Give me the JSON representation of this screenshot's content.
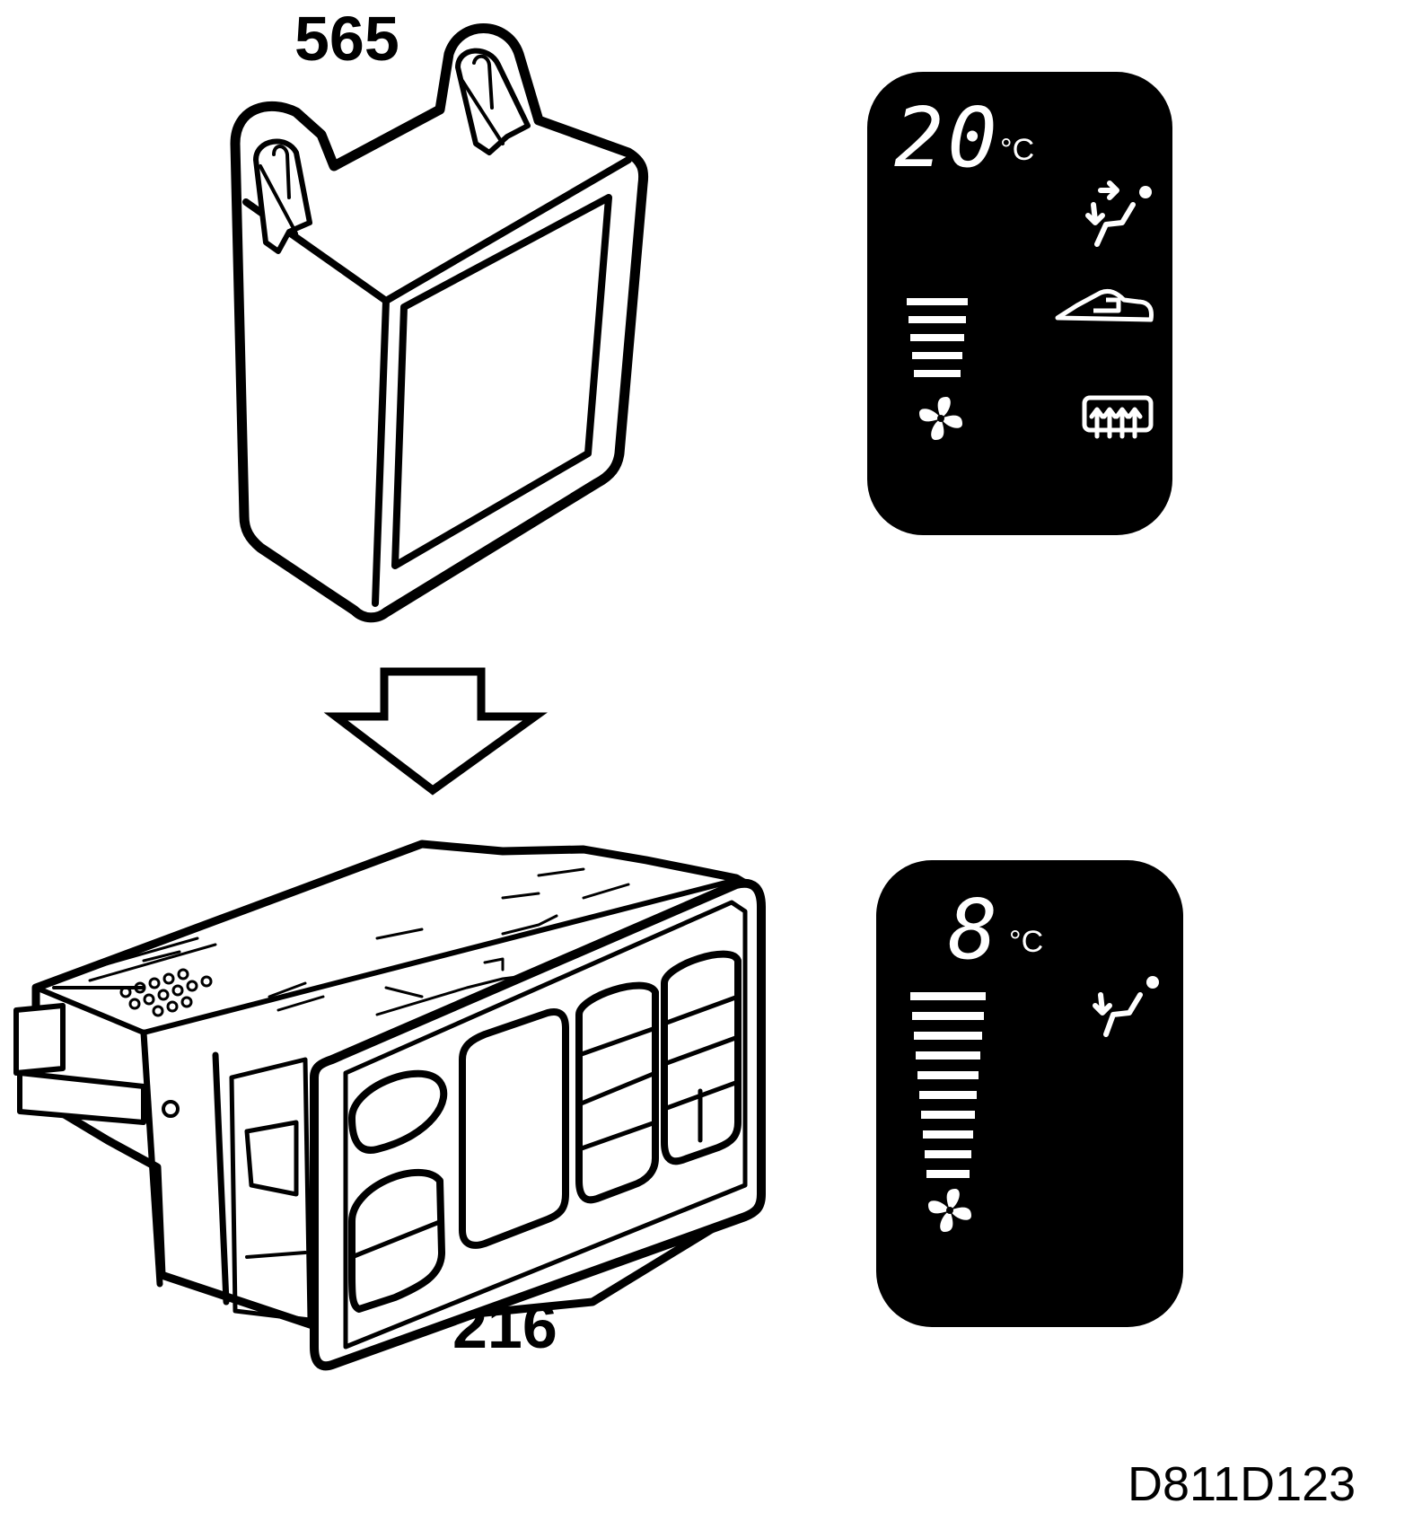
{
  "labels": {
    "module_part": "565",
    "control_unit_part": "216",
    "drawing_code": "D811D123"
  },
  "display_top": {
    "temperature": "20",
    "unit": "°C",
    "fan_bars": 5
  },
  "display_bottom": {
    "temperature": "8",
    "unit": "°C",
    "fan_bars": 10
  },
  "colors": {
    "ink": "#000000",
    "paper": "#ffffff",
    "lcd_background": "#000000",
    "lcd_segments": "#ffffff"
  },
  "icons": [
    "fan-icon",
    "airflow-seat-icon",
    "recirculation-icon",
    "rear-defrost-icon",
    "down-arrow-icon"
  ]
}
